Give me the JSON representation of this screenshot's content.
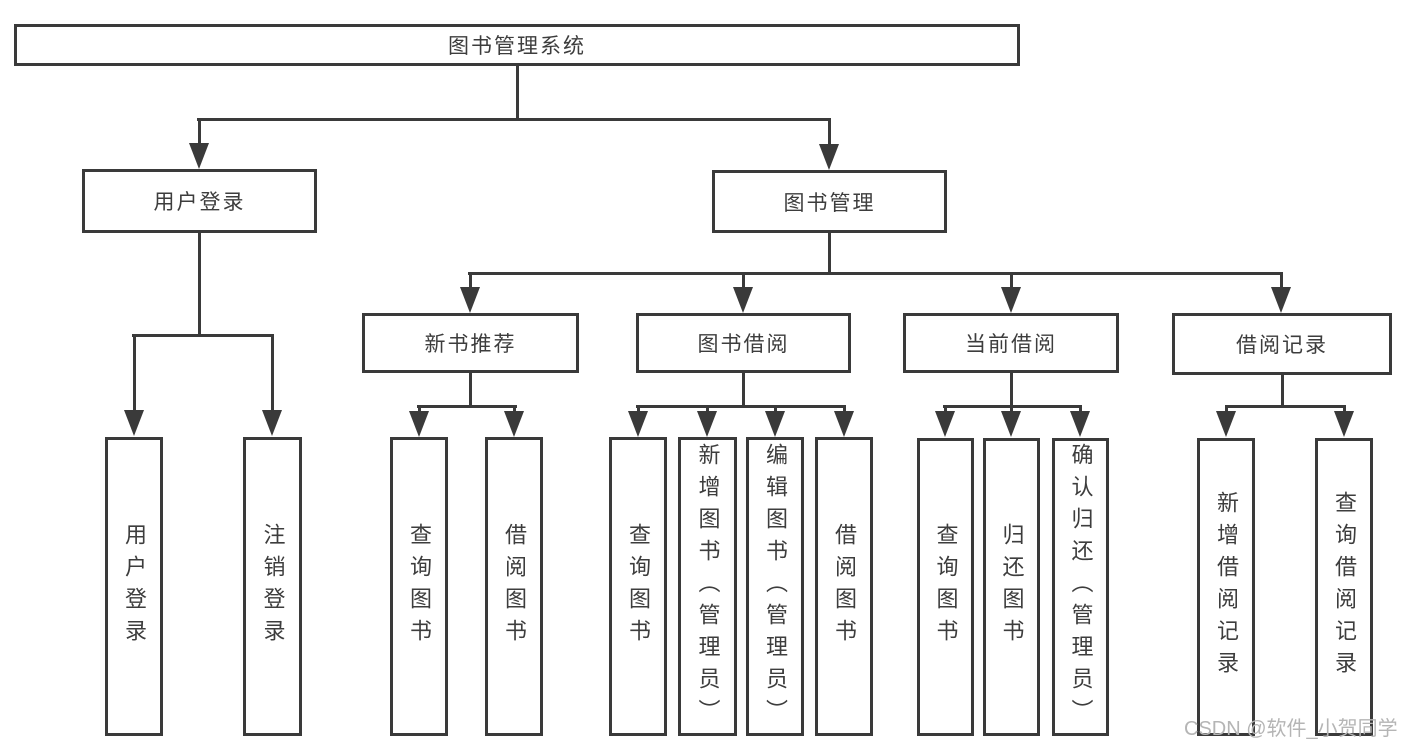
{
  "tree": {
    "root": "图书管理系统",
    "children": [
      {
        "label": "用户登录",
        "children": [
          {
            "label": "用户登录"
          },
          {
            "label": "注销登录"
          }
        ]
      },
      {
        "label": "图书管理",
        "children": [
          {
            "label": "新书推荐",
            "children": [
              {
                "label": "查询图书"
              },
              {
                "label": "借阅图书"
              }
            ]
          },
          {
            "label": "图书借阅",
            "children": [
              {
                "label": "查询图书"
              },
              {
                "label": "新增图书（管理员）"
              },
              {
                "label": "编辑图书（管理员）"
              },
              {
                "label": "借阅图书"
              }
            ]
          },
          {
            "label": "当前借阅",
            "children": [
              {
                "label": "查询图书"
              },
              {
                "label": "归还图书"
              },
              {
                "label": "确认归还（管理员）"
              }
            ]
          },
          {
            "label": "借阅记录",
            "children": [
              {
                "label": "新增借阅记录"
              },
              {
                "label": "查询借阅记录"
              }
            ]
          }
        ]
      }
    ]
  },
  "watermark": {
    "text": "CSDN @软件_小贺同学"
  },
  "colors": {
    "line": "#3a3a3a",
    "text": "#3d3d3d",
    "watermark": "#b5b5b5",
    "background": "#ffffff"
  }
}
